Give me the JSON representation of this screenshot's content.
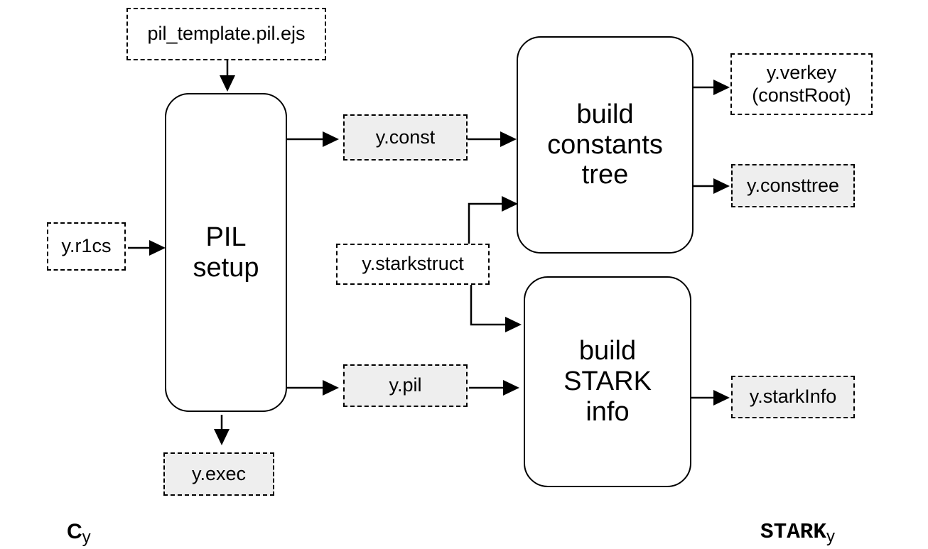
{
  "diagram": {
    "processes": {
      "pil_setup": "PIL\nsetup",
      "build_constants_tree": "build\nconstants\ntree",
      "build_stark_info": "build\nSTARK\ninfo"
    },
    "artifacts": {
      "pil_template": "pil_template.pil.ejs",
      "r1cs": "y.r1cs",
      "const": "y.const",
      "pil": "y.pil",
      "exec": "y.exec",
      "starkstruct": "y.starkstruct",
      "verkey": "y.verkey\n(constRoot)",
      "consttree": "y.consttree",
      "starkinfo": "y.starkInfo"
    },
    "captions": {
      "left_main": "C",
      "left_sub": "y",
      "right_main": "STARK",
      "right_sub": "y"
    },
    "colors": {
      "stroke": "#000000",
      "output_fill": "#eeeeee",
      "input_fill": "#ffffff"
    }
  }
}
